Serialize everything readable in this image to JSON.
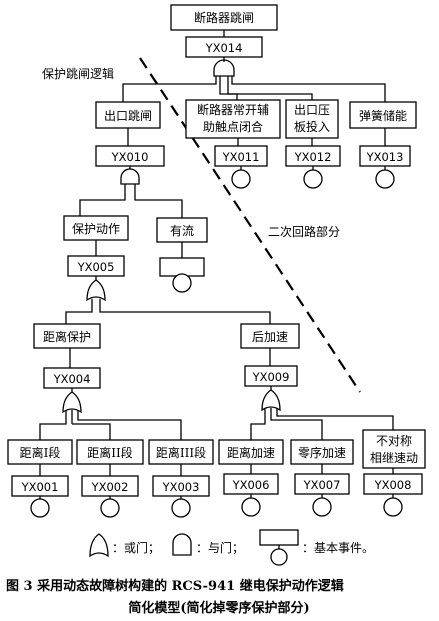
{
  "region_labels": {
    "protection": "保护跳闸逻辑",
    "secondary": "二次回路部分"
  },
  "events": {
    "top": {
      "label": "断路器跳闸",
      "id": "YX014"
    },
    "exit_trip": {
      "label": "出口跳闸",
      "id": "YX010"
    },
    "breaker_aux": {
      "label_lines": [
        "断路器常开辅",
        "助触点闭合"
      ],
      "id": "YX011"
    },
    "exit_plate": {
      "label_lines": [
        "出口压",
        "板投入"
      ],
      "id": "YX012"
    },
    "spring": {
      "label": "弹簧储能",
      "id": "YX013"
    },
    "prot_action": {
      "label": "保护动作",
      "id": "YX005"
    },
    "current": {
      "label": "有流",
      "id": ""
    },
    "distance": {
      "label": "距离保护",
      "id": "YX004"
    },
    "accel": {
      "label": "后加速",
      "id": "YX009"
    },
    "dist1": {
      "label": "距离I段",
      "id": "YX001"
    },
    "dist2": {
      "label": "距离II段",
      "id": "YX002"
    },
    "dist3": {
      "label": "距离III段",
      "id": "YX003"
    },
    "dist_acc": {
      "label": "距离加速",
      "id": "YX006"
    },
    "zero_acc": {
      "label": "零序加速",
      "id": "YX007"
    },
    "asym_acc": {
      "label_lines": [
        "不对称",
        "相继速动"
      ],
      "id": "YX008"
    }
  },
  "legend": {
    "or_gate": "：或门；",
    "and_gate": "：与门；",
    "basic_event": "：基本事件。"
  },
  "caption": {
    "line1": "图 3   采用动态故障树构建的 RCS-941 继电保护动作逻辑",
    "line2": "简化模型(简化掉零序保护部分)"
  }
}
